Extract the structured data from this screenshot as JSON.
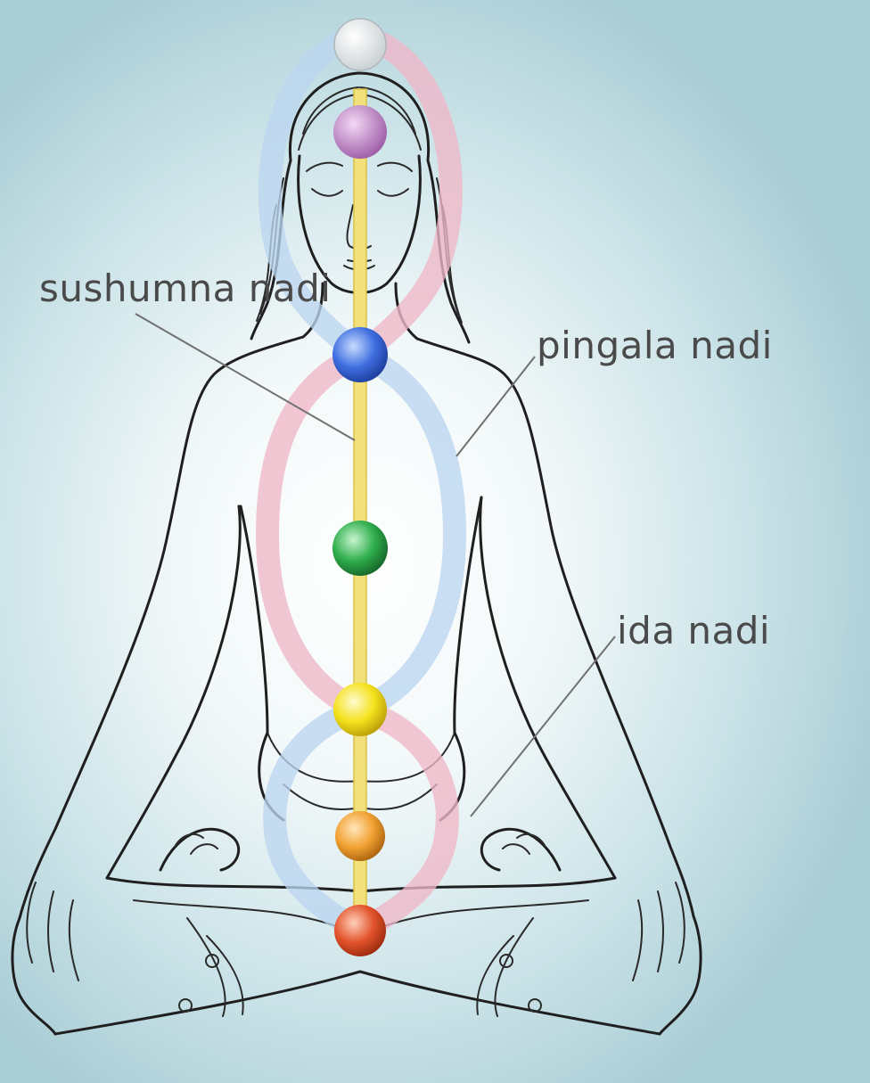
{
  "labels": {
    "sushumna": "sushumna nadi",
    "pingala": "pingala nadi",
    "ida": "ida nadi"
  },
  "colors": {
    "background_center": "#ffffff",
    "background_edge": "#a9cdd5",
    "sushumna_channel": "#f2e07a",
    "ida_channel": "#f0b8c8",
    "pingala_channel": "#bcd6f0",
    "chakras": [
      "#f0f0f0",
      "#c98fd0",
      "#2f5fd8",
      "#2faa4a",
      "#f2e020",
      "#f0a030",
      "#e0502a"
    ]
  },
  "chakra_count": 7
}
